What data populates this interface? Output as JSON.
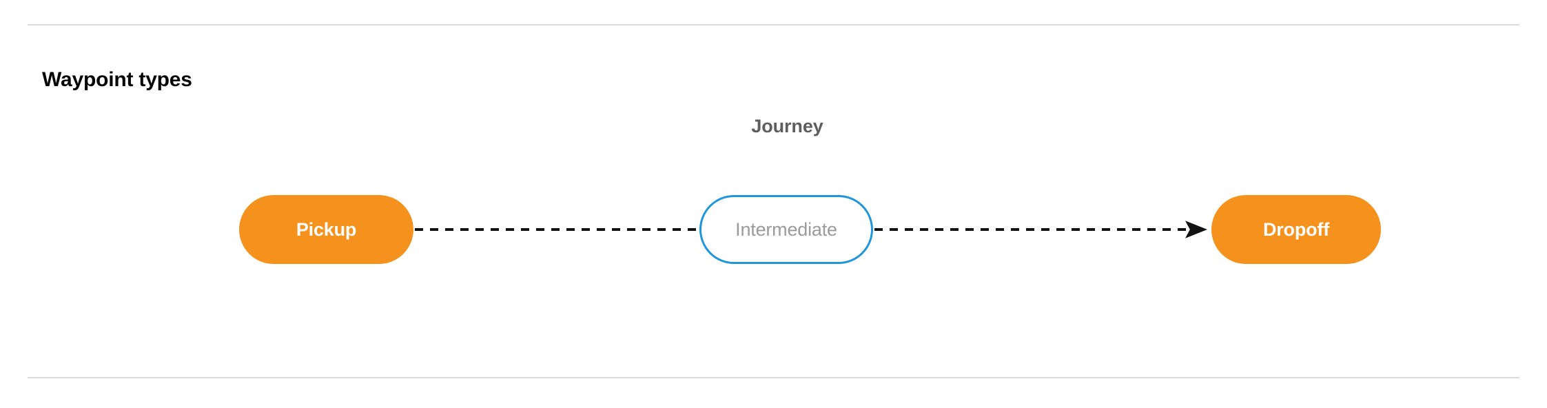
{
  "section": {
    "title": "Waypoint types"
  },
  "diagram": {
    "name": "waypoint-types-journey-diagram",
    "caption": "Journey",
    "nodes": [
      {
        "id": "pickup",
        "label": "Pickup",
        "kind": "terminal",
        "fill": "#f5921e",
        "text_color": "#ffffff"
      },
      {
        "id": "intermediate",
        "label": "Intermediate",
        "kind": "intermediate",
        "fill": "#ffffff",
        "text_color": "#9b9b9b",
        "border_color": "#1e95dc"
      },
      {
        "id": "dropoff",
        "label": "Dropoff",
        "kind": "terminal",
        "fill": "#f5921e",
        "text_color": "#ffffff"
      }
    ],
    "edges": [
      {
        "id": "pickup-to-intermediate",
        "from": "pickup",
        "to": "intermediate",
        "style": "dashed",
        "arrowhead": false,
        "color": "#111111"
      },
      {
        "id": "intermediate-to-dropoff",
        "from": "intermediate",
        "to": "dropoff",
        "style": "dashed",
        "arrowhead": true,
        "color": "#111111"
      }
    ]
  },
  "colors": {
    "accent_orange": "#f5921e",
    "accent_blue": "#1e95dc",
    "divider": "#dcdcdc",
    "caption_gray": "#5e5e5e",
    "title_black": "#050505"
  }
}
